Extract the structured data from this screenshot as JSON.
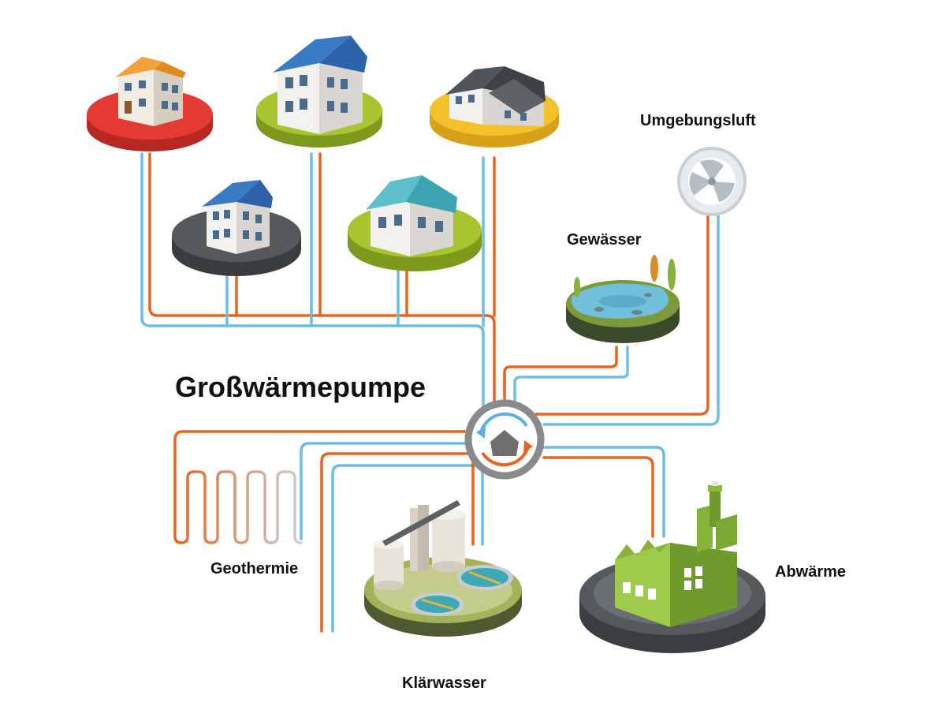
{
  "diagram": {
    "title": "Großwärmepumpe",
    "sources": {
      "air": "Umgebungsluft",
      "water_body": "Gewässer",
      "geothermal": "Geothermie",
      "sewage_water": "Klärwasser",
      "waste_heat": "Abwärme"
    },
    "colors": {
      "hot_pipe": "#e8641e",
      "cold_pipe": "#6bbde6",
      "red_platform": "#e53a32",
      "green_platform": "#a6c530",
      "yellow_platform": "#f3c22a",
      "dark_platform": "#55595c",
      "blue_roof": "#3a7cc4",
      "factory_green": "#86b43a",
      "pump_ring": "#8a8a8a"
    }
  }
}
